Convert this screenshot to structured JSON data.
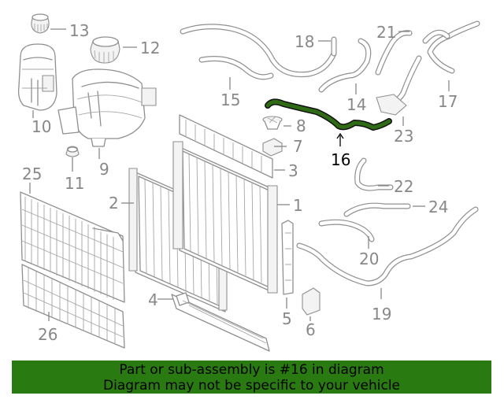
{
  "part_numbers": {
    "p1": "1",
    "p2": "2",
    "p3": "3",
    "p4": "4",
    "p5": "5",
    "p6": "6",
    "p7": "7",
    "p8": "8",
    "p9": "9",
    "p10": "10",
    "p11": "11",
    "p12": "12",
    "p13": "13",
    "p14": "14",
    "p15": "15",
    "p16": "16",
    "p17": "17",
    "p18": "18",
    "p19": "19",
    "p20": "20",
    "p21": "21",
    "p22": "22",
    "p23": "23",
    "p24": "24",
    "p25": "25",
    "p26": "26"
  },
  "highlighted_part": "16",
  "colors": {
    "highlight_hose": "#2f6a15",
    "banner_background": "#2a7a12",
    "label_gray": "#888888",
    "label_highlight": "#000000"
  },
  "banner": {
    "line1": "Part or sub-assembly is #16 in diagram",
    "line2": "Diagram may not be specific to your vehicle"
  }
}
